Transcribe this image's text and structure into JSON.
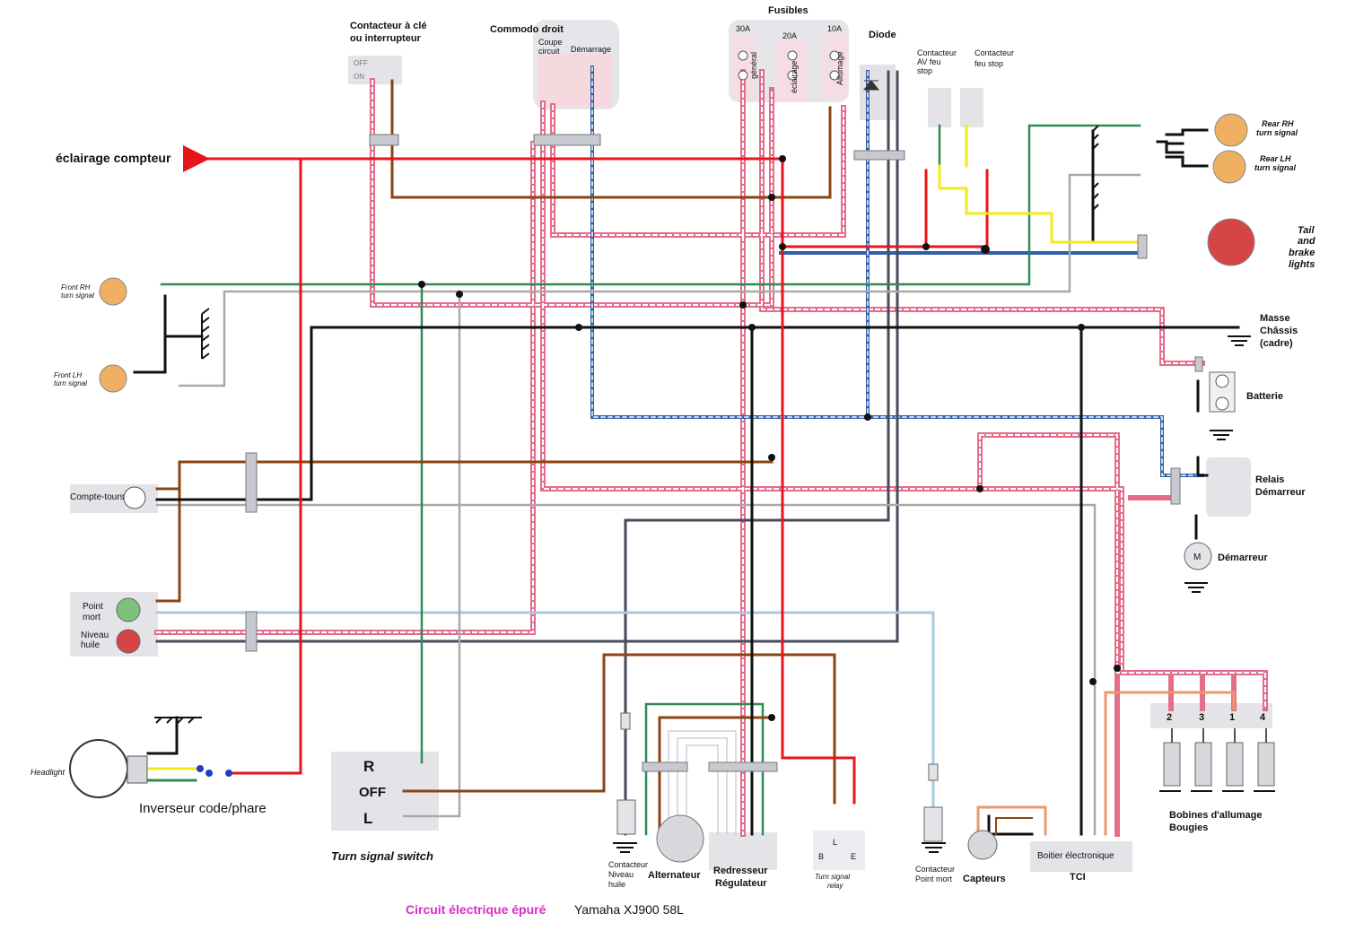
{
  "title": {
    "part1": "Circuit électrique épuré",
    "part2": "Yamaha XJ900  58L",
    "part1_color": "#d62fc8"
  },
  "labels": {
    "contacteur_cle_1": "Contacteur à clé",
    "contacteur_cle_2": "ou interrupteur",
    "off": "OFF",
    "on": "ON",
    "commodo": "Commodo droit",
    "coupe_1": "Coupe",
    "coupe_2": "circuit",
    "demarrage": "Démarrage",
    "fusibles": "Fusibles",
    "f30": "30A",
    "f20": "20A",
    "f10": "10A",
    "general": "général",
    "eclairage_fuse": "éclairage",
    "allumage": "Allumage",
    "diode": "Diode",
    "contacteur_av_1": "Contacteur",
    "contacteur_av_2": "AV feu",
    "contacteur_av_3": "stop",
    "contacteur_feu_1": "Contacteur",
    "contacteur_feu_2": "feu stop",
    "rear_rh_1": "Rear RH",
    "rear_rh_2": "turn signal",
    "rear_lh_1": "Rear LH",
    "rear_lh_2": "turn signal",
    "tail_1": "Tail",
    "tail_2": "and",
    "tail_3": "brake",
    "tail_4": "lights",
    "eclairage_compteur": "éclairage compteur",
    "front_rh_1": "Front RH",
    "front_rh_2": "turn signal",
    "front_lh_1": "Front LH",
    "front_lh_2": "turn signal",
    "masse_1": "Masse",
    "masse_2": "Châssis",
    "masse_3": "(cadre)",
    "batterie": "Batterie",
    "relais_1": "Relais",
    "relais_2": "Démarreur",
    "demarreur": "Démarreur",
    "compte_tours": "Compte-tours",
    "point_mort_1": "Point",
    "point_mort_2": "mort",
    "niveau_1": "Niveau",
    "niveau_2": "huile",
    "headlight": "Headlight",
    "inverseur": "Inverseur code/phare",
    "r": "R",
    "l": "L",
    "turn_switch": "Turn signal switch",
    "contacteur_niveau_1": "Contacteur",
    "contacteur_niveau_2": "Niveau",
    "contacteur_niveau_3": "huile",
    "alternateur": "Alternateur",
    "redresseur_1": "Redresseur",
    "redresseur_2": "Régulateur",
    "turn_relay_1": "Turn signal",
    "turn_relay_2": "relay",
    "contacteur_pm_1": "Contacteur",
    "contacteur_pm_2": "Point mort",
    "capteurs": "Capteurs",
    "boitier": "Boitier électronique",
    "tci": "TCI",
    "bobines_1": "Bobines d'allumage",
    "bobines_2": "Bougies",
    "coil1": "1",
    "coil2": "2",
    "coil3": "3",
    "coil4": "4",
    "m": "M",
    "relay_b": "B",
    "relay_l": "L",
    "relay_e": "E"
  },
  "colors": {
    "red": "#e8141b",
    "brown": "#8b4513",
    "green": "#2e8b57",
    "black": "#111111",
    "gray": "#a9a9a9",
    "blue": "#2f5fa8",
    "lightblue": "#a9c8e0",
    "yellow": "#f4ea1a",
    "pink": "#e36d8a",
    "orange": "#e89a6c",
    "bulb_orange": "#f0b064",
    "bulb_red": "#d64545",
    "bulb_green": "#7cc07c"
  }
}
